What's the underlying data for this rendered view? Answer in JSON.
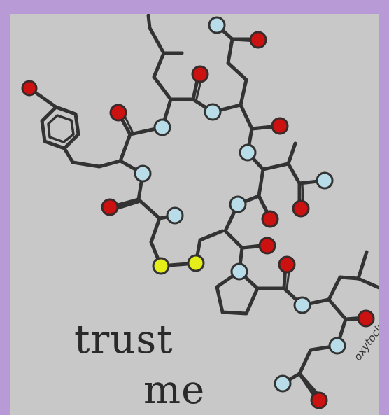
{
  "caption": {
    "line1": "trust",
    "line2": "me"
  },
  "signature": "oxytocin",
  "colors": {
    "frame": "#b89ad6",
    "background": "#c8c8c8",
    "bond": "#333333",
    "oxygen": "#cc1111",
    "nitrogen": "#b9dde8",
    "sulfur": "#e6ee1a"
  },
  "icons": {
    "molecule": "oxytocin-molecule-icon"
  }
}
